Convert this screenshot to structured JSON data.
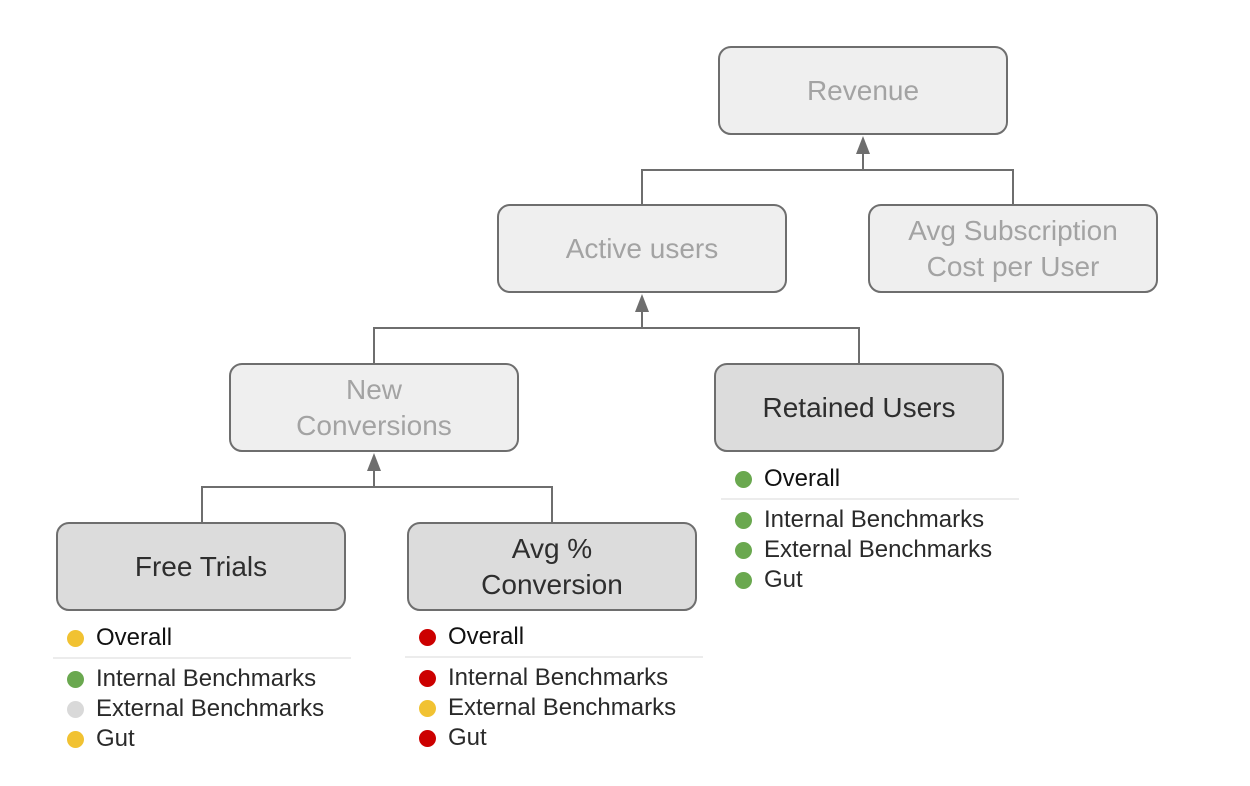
{
  "colors": {
    "green": "#6aa84f",
    "yellow": "#f1c232",
    "red": "#cc0000",
    "gray": "#d9d9d9",
    "connector": "#6e6e6e"
  },
  "nodes": {
    "revenue": {
      "lines": [
        "Revenue"
      ]
    },
    "active_users": {
      "lines": [
        "Active users"
      ]
    },
    "avg_subscription": {
      "lines": [
        "Avg Subscription",
        "Cost per User"
      ]
    },
    "new_conversions": {
      "lines": [
        "New",
        "Conversions"
      ]
    },
    "retained_users": {
      "lines": [
        "Retained Users"
      ]
    },
    "free_trials": {
      "lines": [
        "Free Trials"
      ]
    },
    "avg_pct_conversion": {
      "lines": [
        "Avg %",
        "Conversion"
      ]
    }
  },
  "status": {
    "free_trials": {
      "overall": {
        "label": "Overall",
        "color": "yellow"
      },
      "items": [
        {
          "label": "Internal Benchmarks",
          "color": "green"
        },
        {
          "label": "External Benchmarks",
          "color": "gray"
        },
        {
          "label": "Gut",
          "color": "yellow"
        }
      ]
    },
    "avg_pct_conversion": {
      "overall": {
        "label": "Overall",
        "color": "red"
      },
      "items": [
        {
          "label": "Internal Benchmarks",
          "color": "red"
        },
        {
          "label": "External Benchmarks",
          "color": "yellow"
        },
        {
          "label": "Gut",
          "color": "red"
        }
      ]
    },
    "retained_users": {
      "overall": {
        "label": "Overall",
        "color": "green"
      },
      "items": [
        {
          "label": "Internal Benchmarks",
          "color": "green"
        },
        {
          "label": "External Benchmarks",
          "color": "green"
        },
        {
          "label": "Gut",
          "color": "green"
        }
      ]
    }
  }
}
